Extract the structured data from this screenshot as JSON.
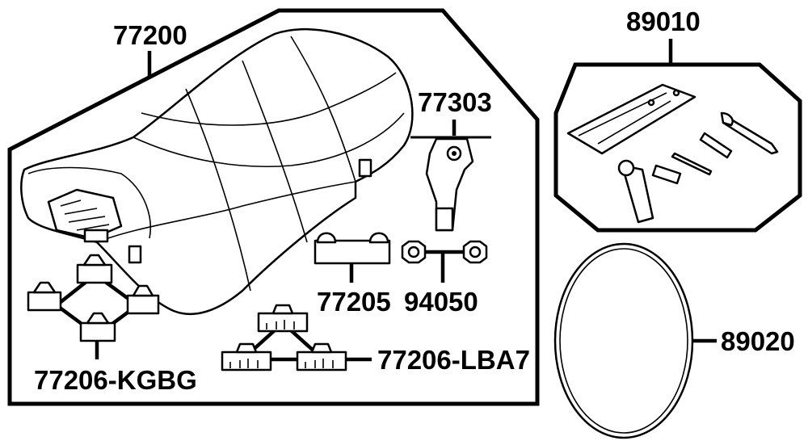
{
  "parts": [
    {
      "key": "seat",
      "number": "77200"
    },
    {
      "key": "seat-stay",
      "number": "77303"
    },
    {
      "key": "seat-cushion",
      "number": "77205"
    },
    {
      "key": "nut-set",
      "number": "94050"
    },
    {
      "key": "cushion-set-a",
      "number": "77206-KGBG"
    },
    {
      "key": "cushion-set-b",
      "number": "77206-LBA7"
    },
    {
      "key": "tool-kit",
      "number": "89010"
    },
    {
      "key": "band",
      "number": "89020"
    }
  ]
}
